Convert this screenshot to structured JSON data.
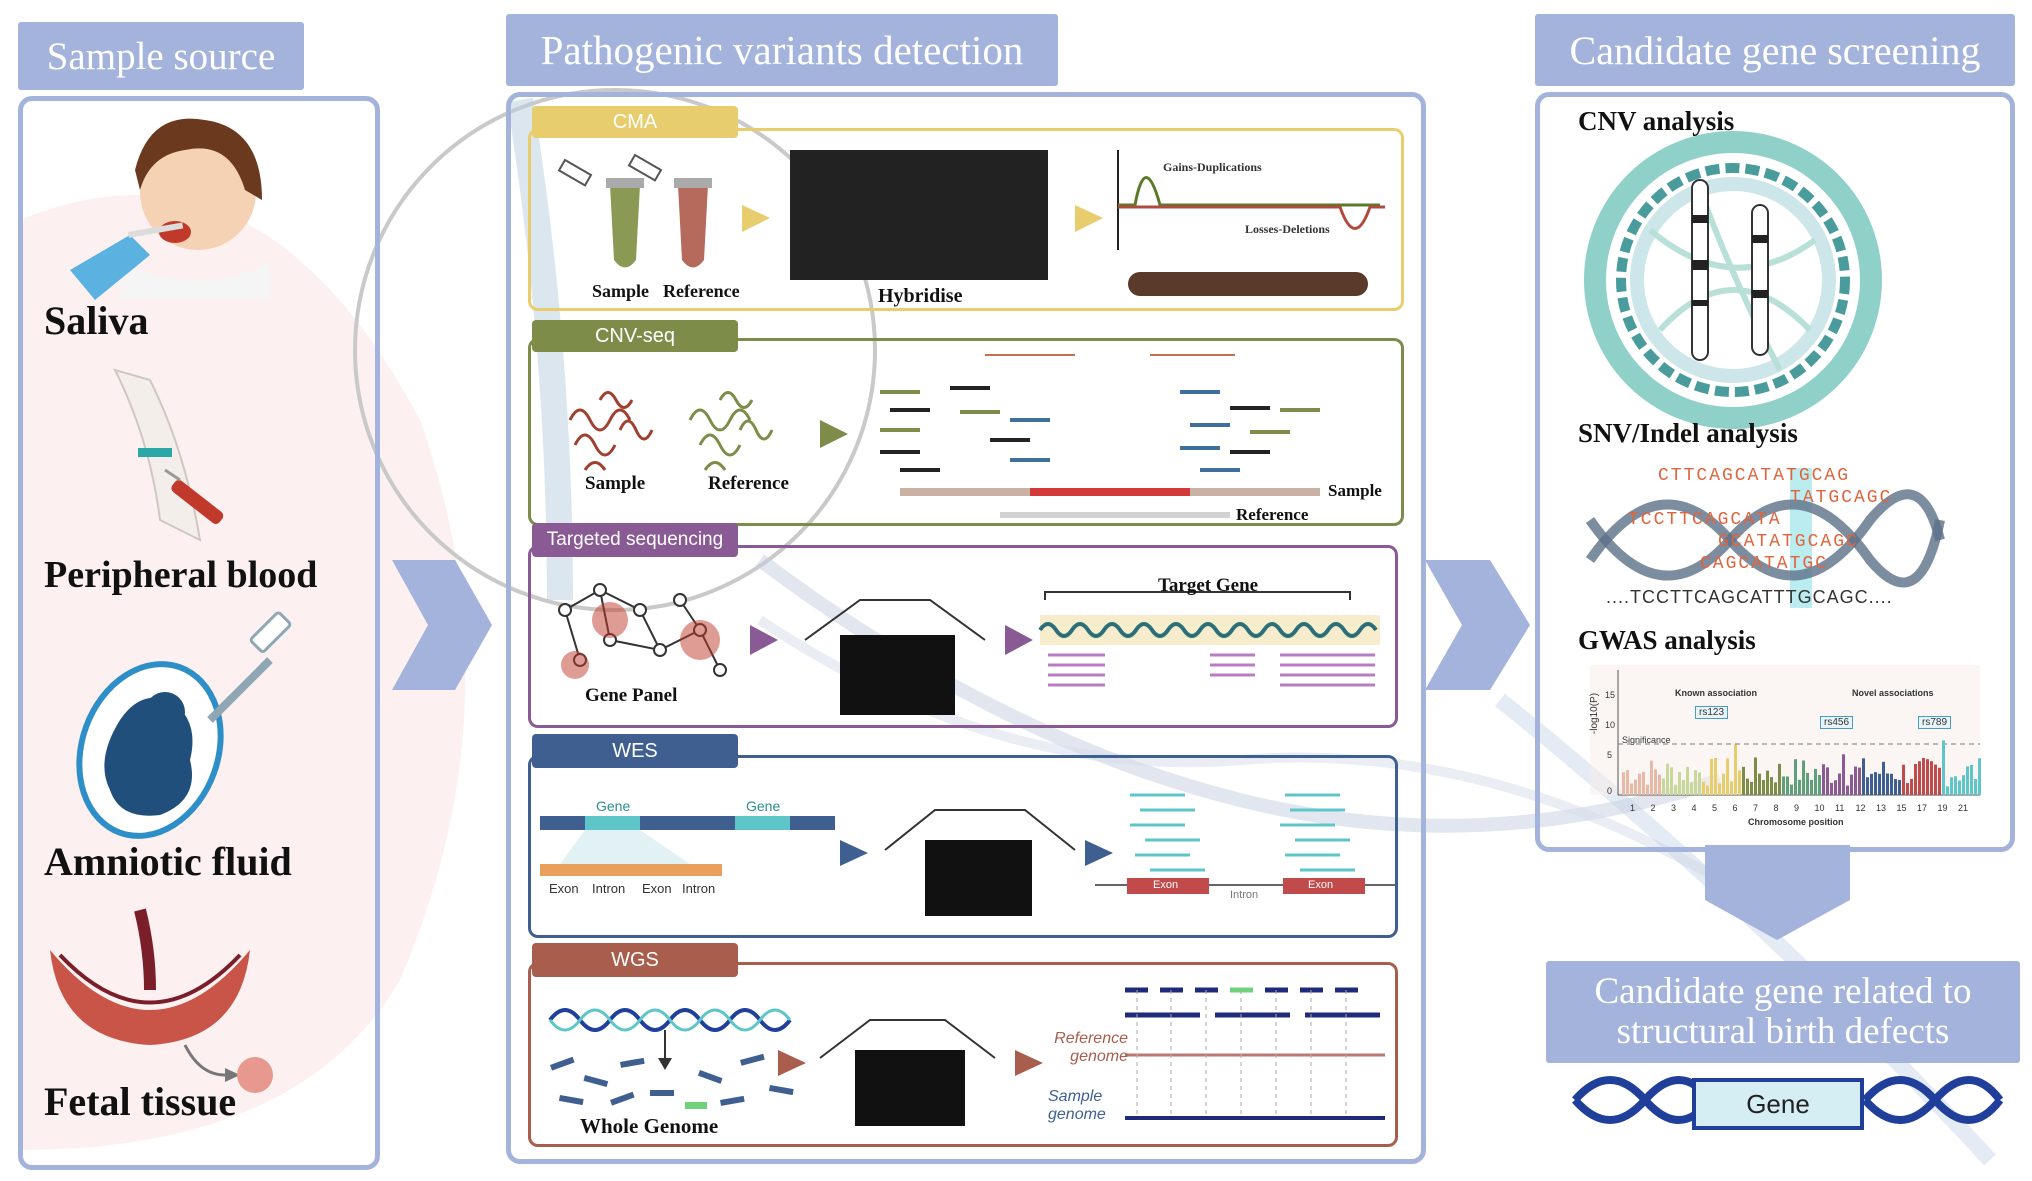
{
  "columns": {
    "sample_source": {
      "title": "Sample source",
      "items": [
        "Saliva",
        "Peripheral blood",
        "Amniotic fluid",
        "Fetal tissue"
      ]
    },
    "detection": {
      "title": "Pathogenic variants detection",
      "sections": {
        "cma": {
          "tag": "CMA",
          "sample": "Sample",
          "reference": "Reference",
          "hybridise": "Hybridise",
          "gains": "Gains-Duplications",
          "losses": "Losses-Deletions"
        },
        "cnvseq": {
          "tag": "CNV-seq",
          "sample": "Sample",
          "reference": "Reference",
          "sample_track": "Sample",
          "reference_track": "Reference"
        },
        "targeted": {
          "tag": "Targeted sequencing",
          "panel": "Gene Panel",
          "target_gene": "Target Gene"
        },
        "wes": {
          "tag": "WES",
          "gene1": "Gene",
          "gene2": "Gene",
          "exon1": "Exon",
          "intron1": "Intron",
          "exon2": "Exon",
          "intron2": "Intron",
          "exon_a": "Exon",
          "intron_mid": "Intron",
          "exon_b": "Exon"
        },
        "wgs": {
          "tag": "WGS",
          "whole_genome": "Whole Genome",
          "ref_genome": "Reference genome",
          "sample_genome": "Sample genome"
        }
      }
    },
    "screening": {
      "title": "Candidate gene screening",
      "cnv": "CNV analysis",
      "snv": "SNV/Indel analysis",
      "seq_lines": [
        "CTTCAGCATATGCAG",
        "TATGCAGC",
        "TCCTTCAGCATA",
        "GCATATGCAGC",
        "CAGCATATGC"
      ],
      "consensus": "....TCCTTCAGCATTTGCAGC....",
      "gwas": "GWAS analysis",
      "gwas_ylabel": "-log10(P)",
      "gwas_xlabel": "Chromosome position",
      "known": "Known association",
      "novel": "Novel associations",
      "significance": "Significance",
      "snps": [
        "rs123",
        "rs456",
        "rs789"
      ],
      "y_ticks": [
        "15",
        "10",
        "5",
        "0"
      ],
      "x_ticks": [
        "1",
        "2",
        "3",
        "4",
        "5",
        "6",
        "7",
        "8",
        "9",
        "10",
        "11",
        "12",
        "13",
        "15",
        "17",
        "19",
        "21"
      ]
    }
  },
  "result": {
    "title": "Candidate gene related to structural birth defects",
    "gene": "Gene"
  },
  "colors": {
    "frame": "#a3b3db",
    "cma": "#e8cd6e",
    "cnvseq": "#7d8c48",
    "targeted": "#8a5a94",
    "wes": "#3f5f91",
    "wgs": "#a85d4d",
    "dna": "#1f3f9a",
    "gene_box": "#d4eef3"
  }
}
